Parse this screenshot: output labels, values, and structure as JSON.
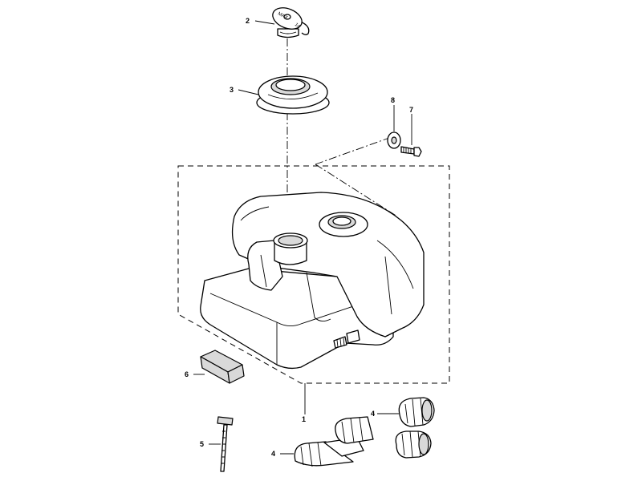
{
  "callouts": [
    {
      "id": "fuel-cap",
      "label": "2"
    },
    {
      "id": "grommet-ring",
      "label": "3"
    },
    {
      "id": "washer",
      "label": "8"
    },
    {
      "id": "bolt",
      "label": "7"
    },
    {
      "id": "fuel-tank",
      "label": "1"
    },
    {
      "id": "foam-pad",
      "label": "6"
    },
    {
      "id": "cable-tie",
      "label": "5"
    },
    {
      "id": "hose-clip-upper",
      "label": "4"
    },
    {
      "id": "hose-clip-lower",
      "label": "4"
    }
  ],
  "cap_marking": "14"
}
